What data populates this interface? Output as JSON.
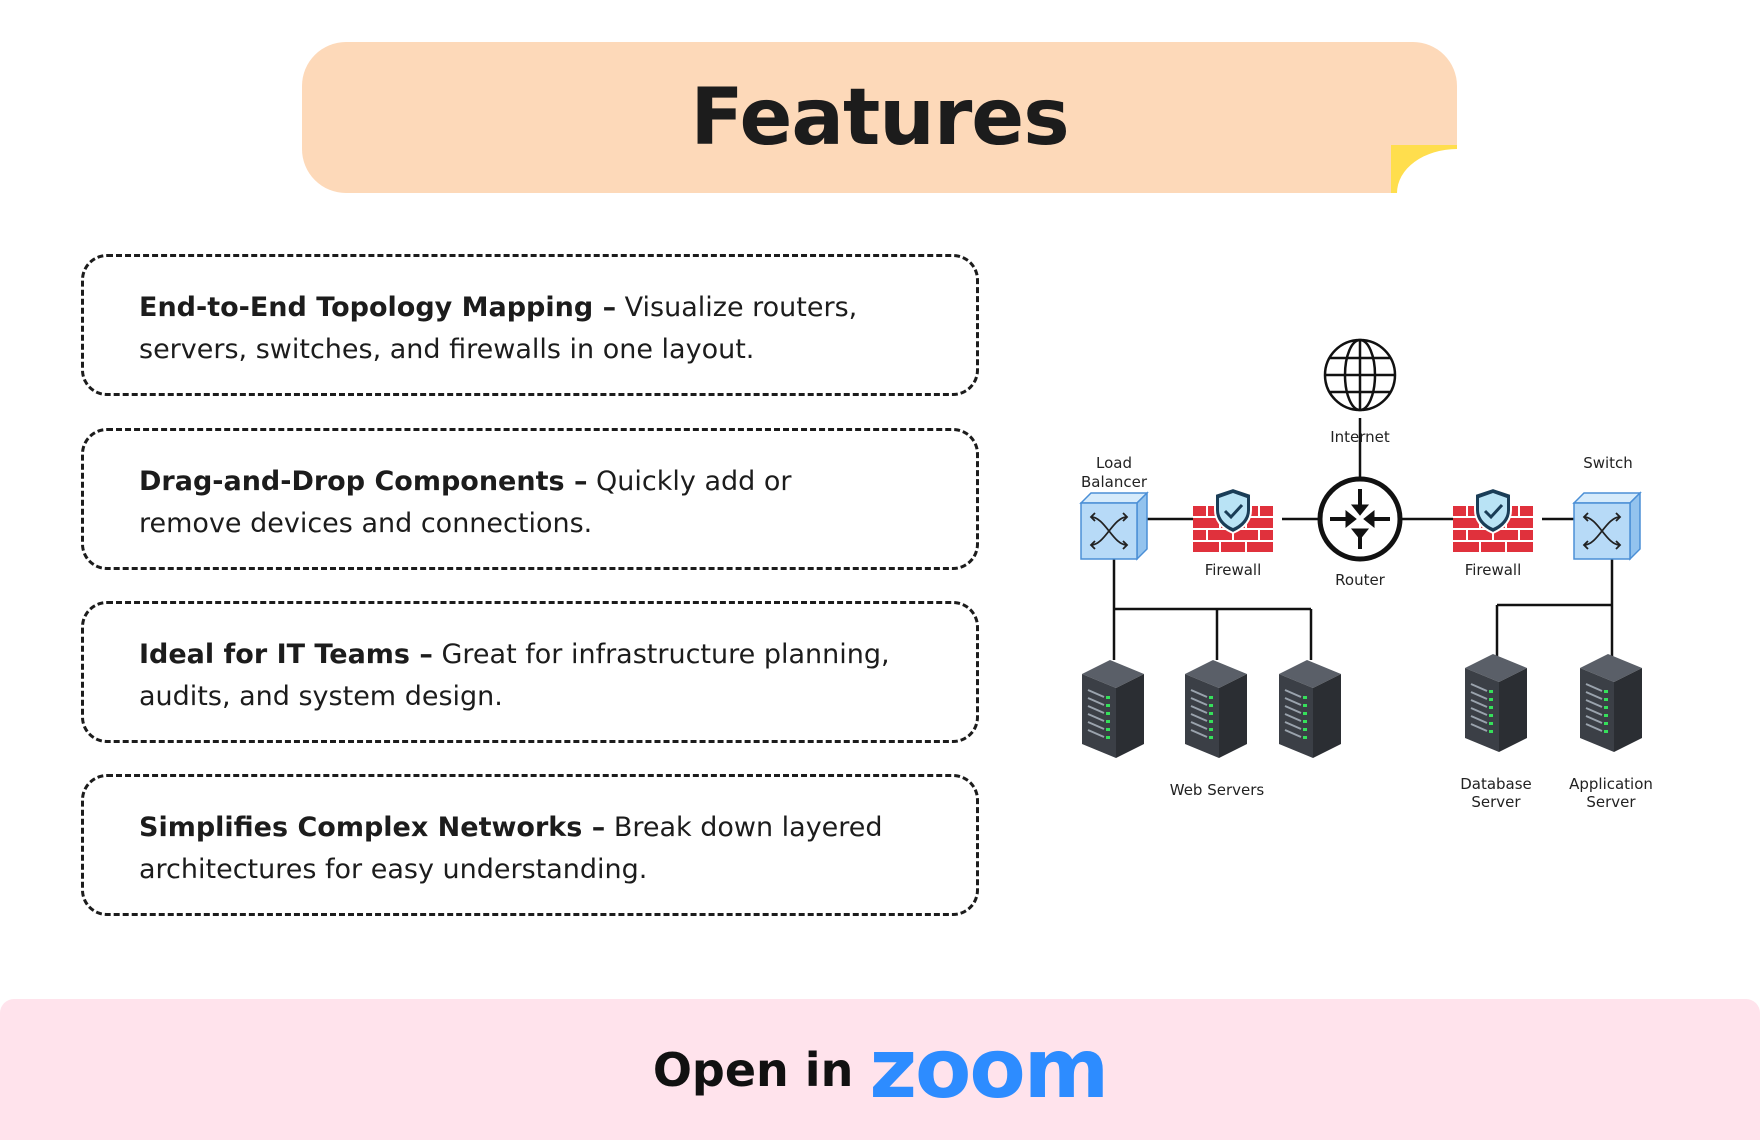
{
  "header": {
    "title": "Features"
  },
  "features": [
    {
      "title": "End-to-End Topology Mapping –",
      "desc": " Visualize routers, servers, switches, and firewalls in one layout."
    },
    {
      "title": "Drag-and-Drop Components –",
      "desc": " Quickly add or remove devices and connections."
    },
    {
      "title": "Ideal for IT Teams –",
      "desc": " Great for infrastructure planning, audits, and system design."
    },
    {
      "title": "Simplifies Complex Networks –",
      "desc": " Break down layered architectures for easy understanding."
    }
  ],
  "diagram": {
    "internet": "Internet",
    "load_balancer_line1": "Load",
    "load_balancer_line2": "Balancer",
    "switch": "Switch",
    "firewall_left": "Firewall",
    "firewall_right": "Firewall",
    "router": "Router",
    "web_servers": "Web Servers",
    "database_line1": "Database",
    "database_line2": "Server",
    "application_line1": "Application",
    "application_line2": "Server"
  },
  "footer": {
    "open_label": "Open in",
    "brand": "zoom"
  },
  "colors": {
    "title_banner": "#fdd9b9",
    "page_curl": "#ffde4d",
    "footer_bg": "#ffe3ec",
    "zoom_blue": "#2d8cff",
    "firewall_red": "#e0313c",
    "switch_blue": "#b7daf7",
    "server_dark": "#3b3f46"
  }
}
